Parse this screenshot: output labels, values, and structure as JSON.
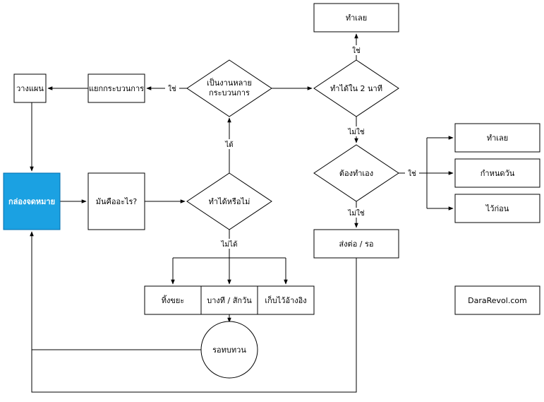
{
  "colors": {
    "inbox_fill": "#1ba1e2",
    "inbox_stroke": "#006eaf",
    "line": "#000000",
    "text": "#000000"
  },
  "nodes": {
    "inbox": "กล่องจดหมาย",
    "what_is_it": "มันคืออะไร?",
    "actionable": "ทำได้หรือไม่",
    "multi_step": "เป็นงานหลาย",
    "multi_step_2": "กระบวนการ",
    "split_process": "แยกกระบวนการ",
    "plan": "วางแผน",
    "two_minutes": "ทำได้ใน 2 นาที",
    "do_now_top": "ทำเลย",
    "do_myself": "ต้องทำเอง",
    "do_now_right": "ทำเลย",
    "schedule": "กำหนดวัน",
    "later": "ไว้ก่อน",
    "delegate": "ส่งต่อ / รอ",
    "trash": "ทิ้งขยะ",
    "someday": "บางที / สักวัน",
    "reference": "เก็บไว้อ้างอิง",
    "review": "รอทบทวน",
    "brand": "DaraRevol.com"
  },
  "edges": {
    "yes_split": "ใช่",
    "can_do": "ได้",
    "cannot_do": "ไม่ได้",
    "yes_two_min": "ใช่",
    "no_two_min": "ไม่ใช่",
    "yes_myself": "ใช่",
    "no_myself": "ไม่ใช่"
  }
}
